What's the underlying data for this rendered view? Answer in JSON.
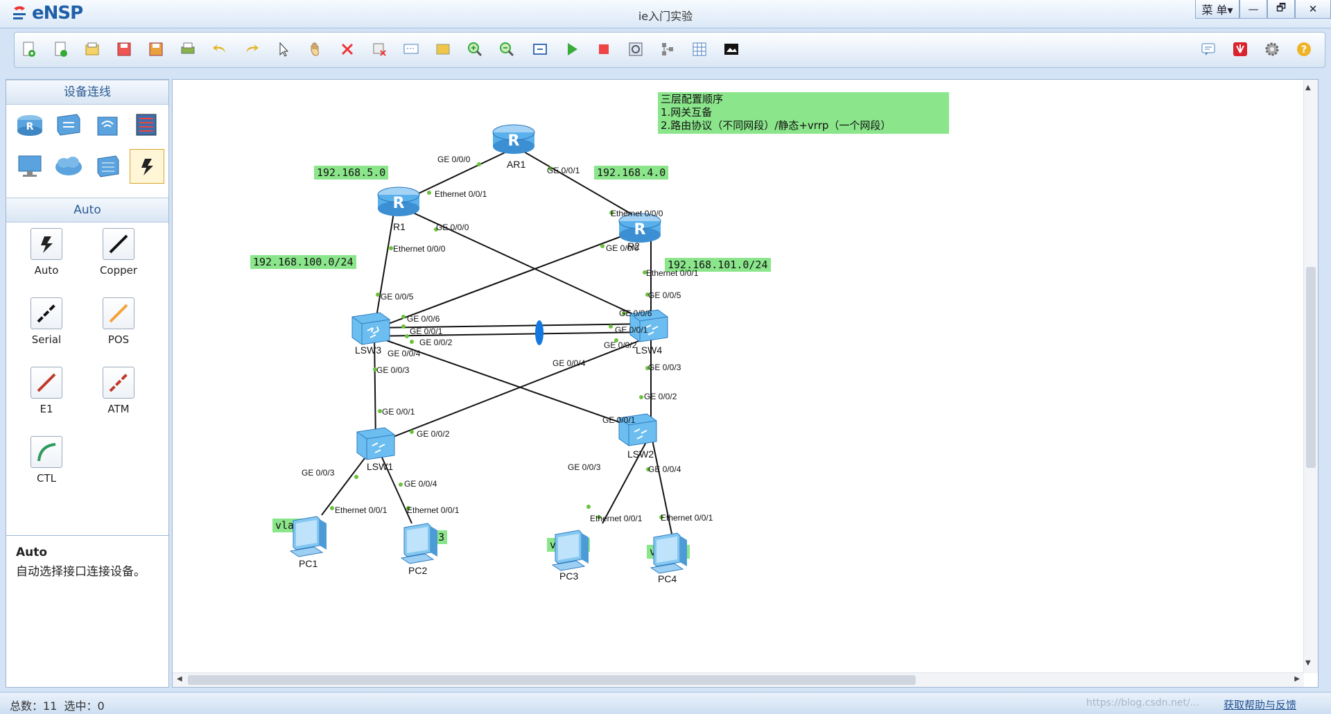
{
  "app": {
    "name": "eNSP",
    "window_title": "ie入门实验",
    "menu_label": "菜 单▾",
    "min": "—",
    "max": "🗗",
    "close": "✕"
  },
  "left_panel": {
    "devices_header": "设备连线",
    "auto_header": "Auto",
    "cables": [
      "Auto",
      "Copper",
      "Serial",
      "POS",
      "E1",
      "ATM",
      "CTL"
    ],
    "desc_title": "Auto",
    "desc_text": "自动选择接口连接设备。"
  },
  "notes": {
    "config_title": "三层配置顺序",
    "config_line1": "1.网关互备",
    "config_line2": "2.路由协议（不同网段）/静态+vrrp（一个网段）",
    "net_5": "192.168.5.0",
    "net_4": "192.168.4.0",
    "net_100": "192.168.100.0/24",
    "net_101": "192.168.101.0/24",
    "vlan_pc1": "vlan 2",
    "vlan_pc2": "vlan 3",
    "vlan_pc3": "vlan 2",
    "vlan_pc4": "vlan 3"
  },
  "devices": {
    "ar1": "AR1",
    "r1": "R1",
    "r2": "R2",
    "lsw3": "LSW3",
    "lsw4": "LSW4",
    "lsw1": "LSW1",
    "lsw2": "LSW2",
    "pc1": "PC1",
    "pc2": "PC2",
    "pc3": "PC3",
    "pc4": "PC4"
  },
  "ports": {
    "ar1_g0": "GE 0/0/0",
    "ar1_g1": "GE 0/0/1",
    "r1_e1": "Ethernet 0/0/1",
    "r1_g0": "GE 0/0/0",
    "r1_e0": "Ethernet 0/0/0",
    "r2_e0": "Ethernet 0/0/0",
    "r2_g0": "GE 0/0/0",
    "r2_e1": "Ethernet 0/0/1",
    "lsw3_g5": "GE 0/0/5",
    "lsw3_g6": "GE 0/0/6",
    "lsw3_g1": "GE 0/0/1",
    "lsw3_g2": "GE 0/0/2",
    "lsw3_g4": "GE 0/0/4",
    "lsw3_g3": "GE 0/0/3",
    "lsw4_g5": "GE 0/0/5",
    "lsw4_g6": "GE 0/0/6",
    "lsw4_g1": "GE 0/0/1",
    "lsw4_g2": "GE 0/0/2",
    "lsw4_g4": "GE 0/0/4",
    "lsw4_g3": "GE 0/0/3",
    "lsw1_g1": "GE 0/0/1",
    "lsw1_g2": "GE 0/0/2",
    "lsw1_g3": "GE 0/0/3",
    "lsw1_g4": "GE 0/0/4",
    "lsw2_g2": "GE 0/0/2",
    "lsw2_g1": "GE 0/0/1",
    "lsw2_g3": "GE 0/0/3",
    "lsw2_g4": "GE 0/0/4",
    "pc1_e1": "Ethernet 0/0/1",
    "pc2_e1": "Ethernet 0/0/1",
    "pc3_e1": "Ethernet 0/0/1",
    "pc4_e1": "Ethernet 0/0/1"
  },
  "status": {
    "total": "总数：11  选中：0",
    "help": "获取帮助与反馈",
    "watermark": "https://blog.csdn.net/..."
  }
}
